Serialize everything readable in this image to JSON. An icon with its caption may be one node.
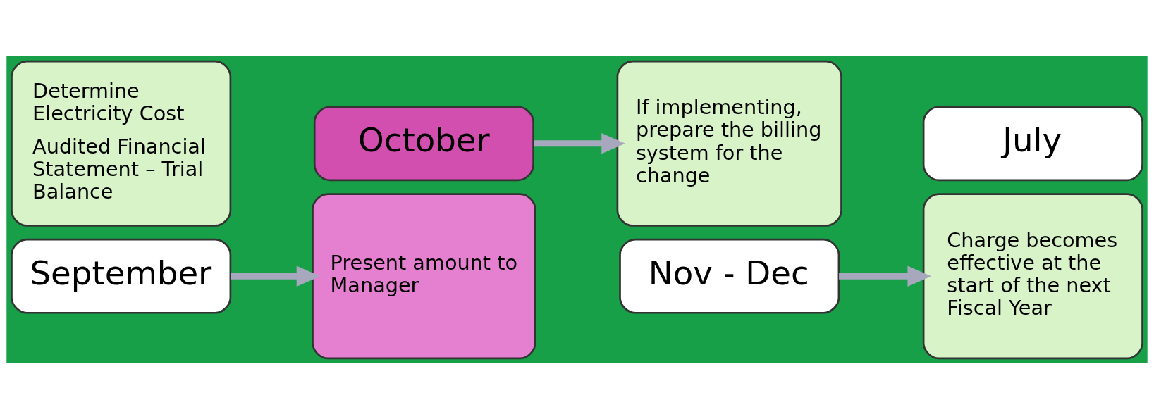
{
  "diagram": {
    "nodes": [
      {
        "text": [
          "Determine Electricity Cost",
          "Audited Financial Statement – Trial Balance"
        ]
      },
      {
        "text": [
          "September"
        ]
      },
      {
        "text": [
          "October"
        ]
      },
      {
        "text": [
          "Present amount to Manager"
        ]
      },
      {
        "text": [
          "If implementing, prepare the billing system for the change"
        ]
      },
      {
        "text": [
          "Nov - Dec"
        ]
      },
      {
        "text": [
          "July"
        ]
      },
      {
        "text": [
          "Charge becomes effective at the start of the next Fiscal Year"
        ]
      }
    ],
    "edges": [
      {
        "from": 1,
        "to": 3,
        "arrow": "to"
      },
      {
        "from": 2,
        "to": 4,
        "arrow": "to"
      },
      {
        "from": 5,
        "to": 7,
        "arrow": "to"
      }
    ]
  }
}
